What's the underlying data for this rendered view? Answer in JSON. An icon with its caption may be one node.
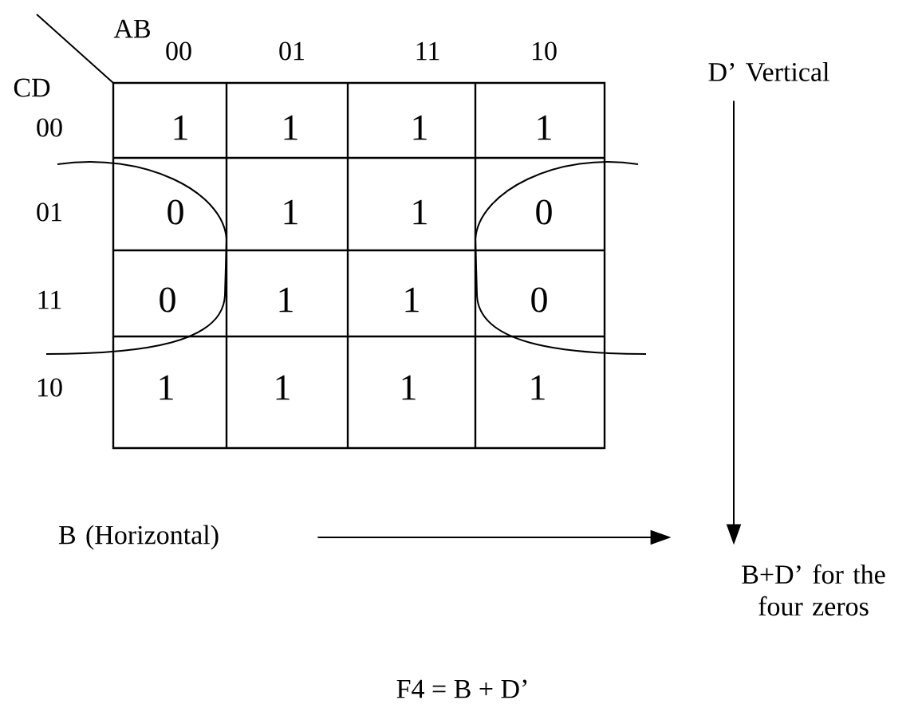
{
  "diagram": {
    "caption": "F4 = B + D’",
    "nodes": [
      {
        "text": [
          "D’ Vertical"
        ]
      },
      {
        "text": [
          "B (Horizontal)"
        ]
      },
      {
        "text": [
          "B+D’ for the four zeros"
        ]
      }
    ],
    "edges": [
      {
        "from": 0,
        "to": 2,
        "arrow": "to"
      },
      {
        "from": 1,
        "to": 2,
        "arrow": "to"
      }
    ],
    "labels": [
      "AB",
      "00",
      "01",
      "11",
      "10",
      "CD",
      "00",
      "1",
      "1",
      "1",
      "1",
      "01",
      "0",
      "1",
      "1",
      "0",
      "11",
      "0",
      "1",
      "1",
      "0",
      "10",
      "1",
      "1",
      "1",
      "1"
    ]
  }
}
